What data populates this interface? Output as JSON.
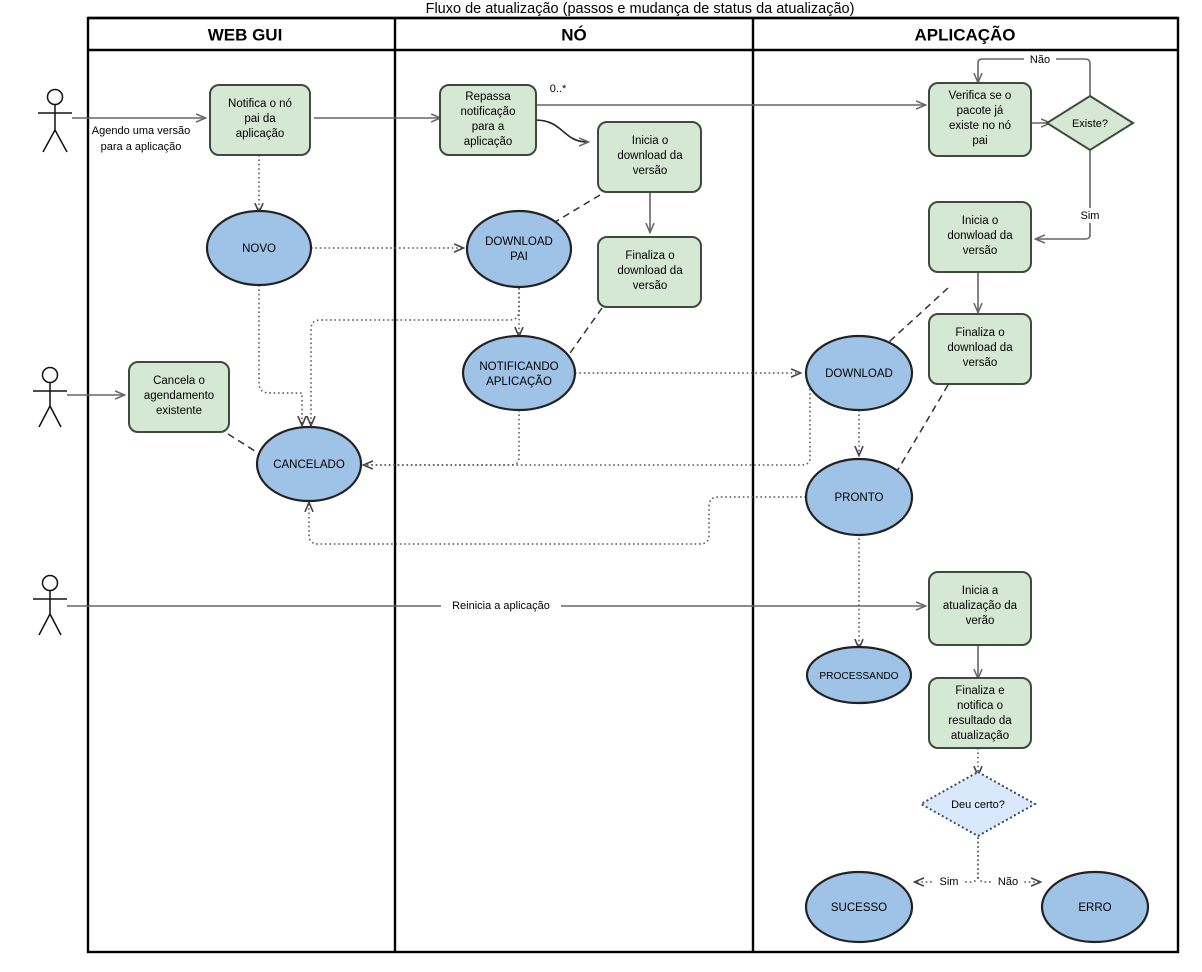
{
  "diagram": {
    "title": "Fluxo de atualização (passos e mudança de status da atualização)",
    "type": "swimlane-activity-diagram",
    "colors": {
      "process_fill": "#d5e8d4",
      "process_stroke": "#3f4a3f",
      "state_fill": "#9ec3e6",
      "state_stroke": "#222222",
      "decision_green_fill": "#d5e8d4",
      "decision_blue_fill": "#dae8fc",
      "decision_blue_stroke": "#3a4a6b",
      "flow_line": "#666666",
      "frame": "#000000"
    }
  },
  "lanes": [
    {
      "name": "lane-web-gui",
      "label": "WEB GUI"
    },
    {
      "name": "lane-no",
      "label": "NÓ"
    },
    {
      "name": "lane-aplicacao",
      "label": "APLICAÇÃO"
    }
  ],
  "actors": [
    {
      "name": "actor-agenda",
      "label_line1": "Agendo uma versão",
      "label_line2": "para a aplicação"
    },
    {
      "name": "actor-cancela",
      "label_line1": "",
      "label_line2": ""
    },
    {
      "name": "actor-reinicia",
      "label_line1": "",
      "label_line2": ""
    }
  ],
  "processes": [
    {
      "id": "notifica-no-pai",
      "lane": "WEB GUI",
      "lines": [
        "Notifica o nó",
        "pai da",
        "aplicação"
      ]
    },
    {
      "id": "cancela-agendamento",
      "lane": "WEB GUI",
      "lines": [
        "Cancela o",
        "agendamento",
        "existente"
      ]
    },
    {
      "id": "repassa-notificacao",
      "lane": "NÓ",
      "lines": [
        "Repassa",
        "notificação",
        "para a",
        "aplicação"
      ]
    },
    {
      "id": "inicia-download-no",
      "lane": "NÓ",
      "lines": [
        "Inicia o",
        "download da",
        "versão"
      ]
    },
    {
      "id": "finaliza-download-no",
      "lane": "NÓ",
      "lines": [
        "Finaliza o",
        "download da",
        "versão"
      ]
    },
    {
      "id": "verifica-pacote",
      "lane": "APLICAÇÃO",
      "lines": [
        "Verifica se o",
        "pacote já",
        "existe no nó",
        "pai"
      ]
    },
    {
      "id": "inicia-donwload-app",
      "lane": "APLICAÇÃO",
      "lines": [
        "Inicia o",
        "donwload da",
        "versão"
      ]
    },
    {
      "id": "finaliza-download-app",
      "lane": "APLICAÇÃO",
      "lines": [
        "Finaliza o",
        "download da",
        "versão"
      ]
    },
    {
      "id": "inicia-atualizacao",
      "lane": "APLICAÇÃO",
      "lines": [
        "Inicia a",
        "atualização da",
        "verão"
      ]
    },
    {
      "id": "finaliza-notifica",
      "lane": "APLICAÇÃO",
      "lines": [
        "Finaliza e",
        "notifica o",
        "resultado da",
        "atualização"
      ]
    }
  ],
  "decisions": [
    {
      "id": "existe",
      "label": "Existe?",
      "style": "green"
    },
    {
      "id": "deu-certo",
      "label": "Deu certo?",
      "style": "blue"
    }
  ],
  "states": [
    {
      "id": "novo",
      "lane": "WEB GUI",
      "lines": [
        "NOVO"
      ]
    },
    {
      "id": "cancelado",
      "lane": "WEB GUI",
      "lines": [
        "CANCELADO"
      ]
    },
    {
      "id": "download-pai",
      "lane": "NÓ",
      "lines": [
        "DOWNLOAD",
        "PAI"
      ]
    },
    {
      "id": "notificando-aplicacao",
      "lane": "NÓ",
      "lines": [
        "NOTIFICANDO",
        "APLICAÇÃO"
      ]
    },
    {
      "id": "download",
      "lane": "APLICAÇÃO",
      "lines": [
        "DOWNLOAD"
      ]
    },
    {
      "id": "pronto",
      "lane": "APLICAÇÃO",
      "lines": [
        "PRONTO"
      ]
    },
    {
      "id": "processando",
      "lane": "APLICAÇÃO",
      "lines": [
        "PROCESSANDO"
      ]
    },
    {
      "id": "sucesso",
      "lane": "APLICAÇÃO",
      "lines": [
        "SUCESSO"
      ]
    },
    {
      "id": "erro",
      "lane": "APLICAÇÃO",
      "lines": [
        "ERRO"
      ]
    }
  ],
  "edge_labels": {
    "agenda_l1": "Agendo uma versão",
    "agenda_l2": "para a aplicação",
    "multiplicity": "0..*",
    "nao_top": "Não",
    "sim_top": "Sim",
    "reinicia": "Reinicia a aplicação",
    "sim_bottom": "Sim",
    "nao_bottom": "Não"
  }
}
